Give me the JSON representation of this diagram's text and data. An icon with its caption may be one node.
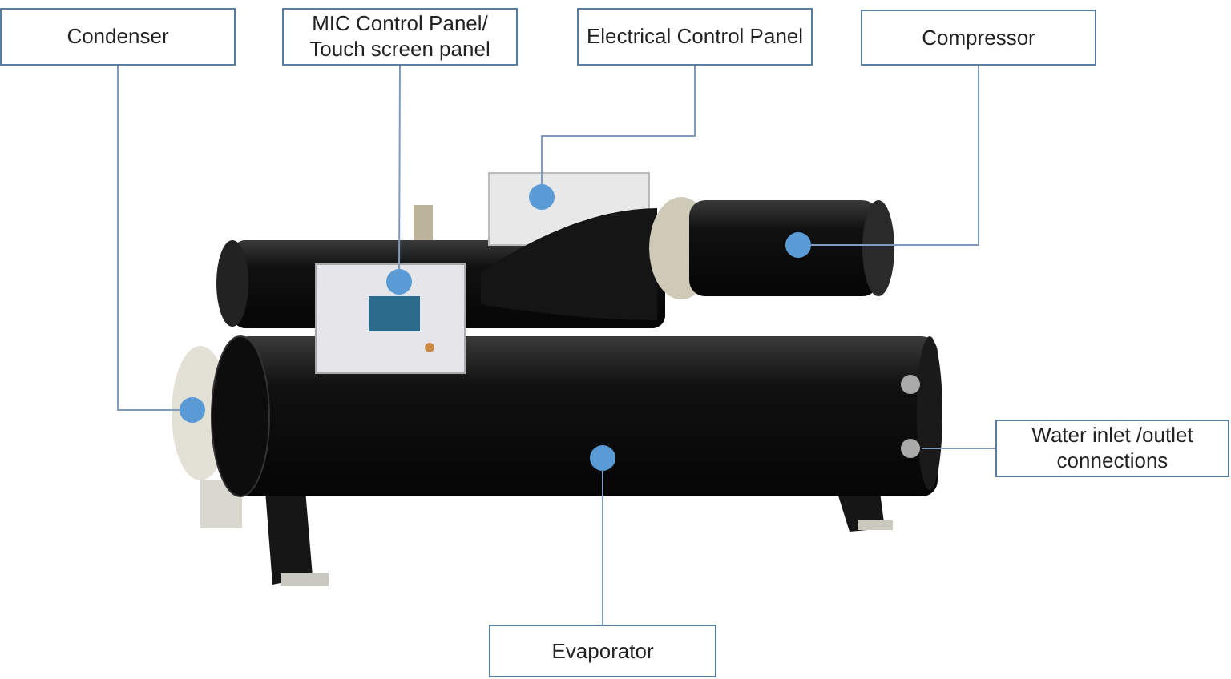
{
  "diagram": {
    "nodes": [
      {
        "text": [
          "Condenser"
        ]
      },
      {
        "text": [
          "MIC Control Panel/ Touch screen panel"
        ]
      },
      {
        "text": [
          "Electrical Control Panel"
        ]
      },
      {
        "text": [
          "Compressor"
        ]
      },
      {
        "text": [
          "Water inlet /outlet connections"
        ]
      },
      {
        "text": [
          "Evaporator"
        ]
      },
      {
        "text": [],
        "shape": "circle"
      },
      {
        "text": [],
        "shape": "circle"
      },
      {
        "text": [],
        "shape": "circle"
      },
      {
        "text": [],
        "shape": "circle"
      },
      {
        "text": [],
        "shape": "circle"
      }
    ],
    "edges": [
      {
        "from": 0,
        "to": 9,
        "arrow": "none"
      },
      {
        "from": 1,
        "to": 8,
        "arrow": "none"
      },
      {
        "from": 2,
        "to": 6,
        "arrow": "none"
      },
      {
        "from": 3,
        "to": 7,
        "arrow": "none"
      },
      {
        "from": 4,
        "to": null,
        "arrow": "none"
      },
      {
        "from": 5,
        "to": 10,
        "arrow": "none"
      }
    ]
  }
}
